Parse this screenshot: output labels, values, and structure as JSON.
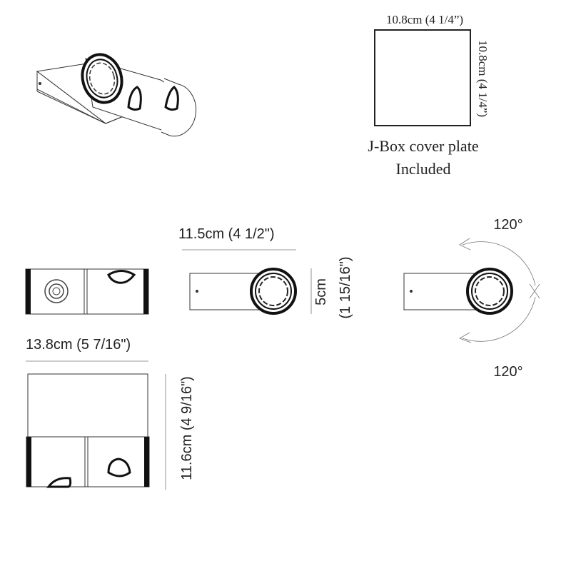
{
  "jbox": {
    "top_dim": "10.8cm (4 1/4”)",
    "side_dim": "10.8cm (4 1/4”)",
    "caption_line1": "J-Box cover plate",
    "caption_line2": "Included"
  },
  "side_view": {
    "width_dim": "11.5cm (4 1/2\")",
    "height_dim_line1": "5cm",
    "height_dim_line2": "(1 15/16\")"
  },
  "front_view": {
    "width_dim": "13.8cm (5 7/16\")",
    "height_dim": "11.6cm (4 9/16\")"
  },
  "rotation": {
    "top_angle": "120°",
    "bottom_angle": "120°"
  }
}
